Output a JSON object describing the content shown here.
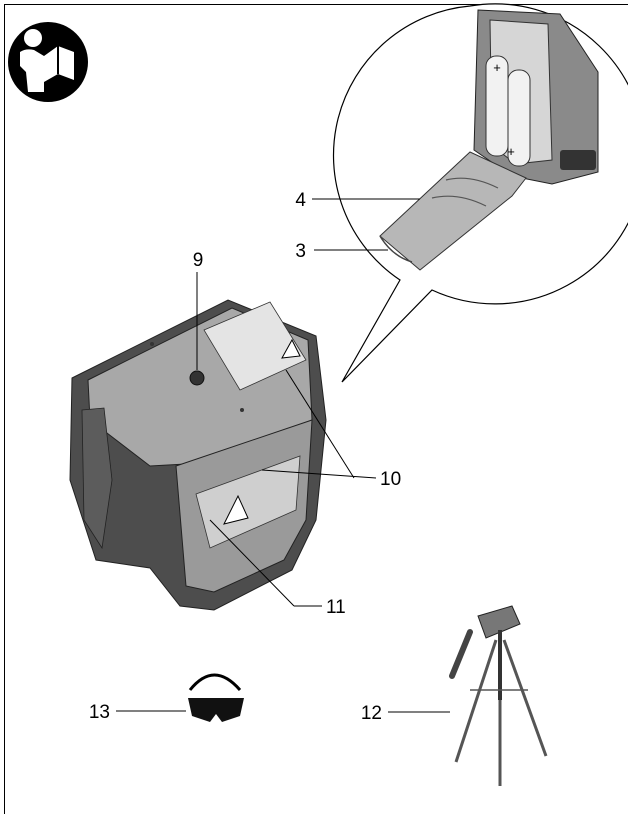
{
  "icons": {
    "manual": "read-manual-icon"
  },
  "callouts": {
    "c9": "9",
    "c4": "4",
    "c3": "3",
    "c10": "10",
    "c11": "11",
    "c12": "12",
    "c13": "13"
  },
  "colors": {
    "body_dark": "#4a4a4a",
    "body_mid": "#8c8c8c",
    "body_light": "#c8c8c8",
    "line": "#000000"
  }
}
